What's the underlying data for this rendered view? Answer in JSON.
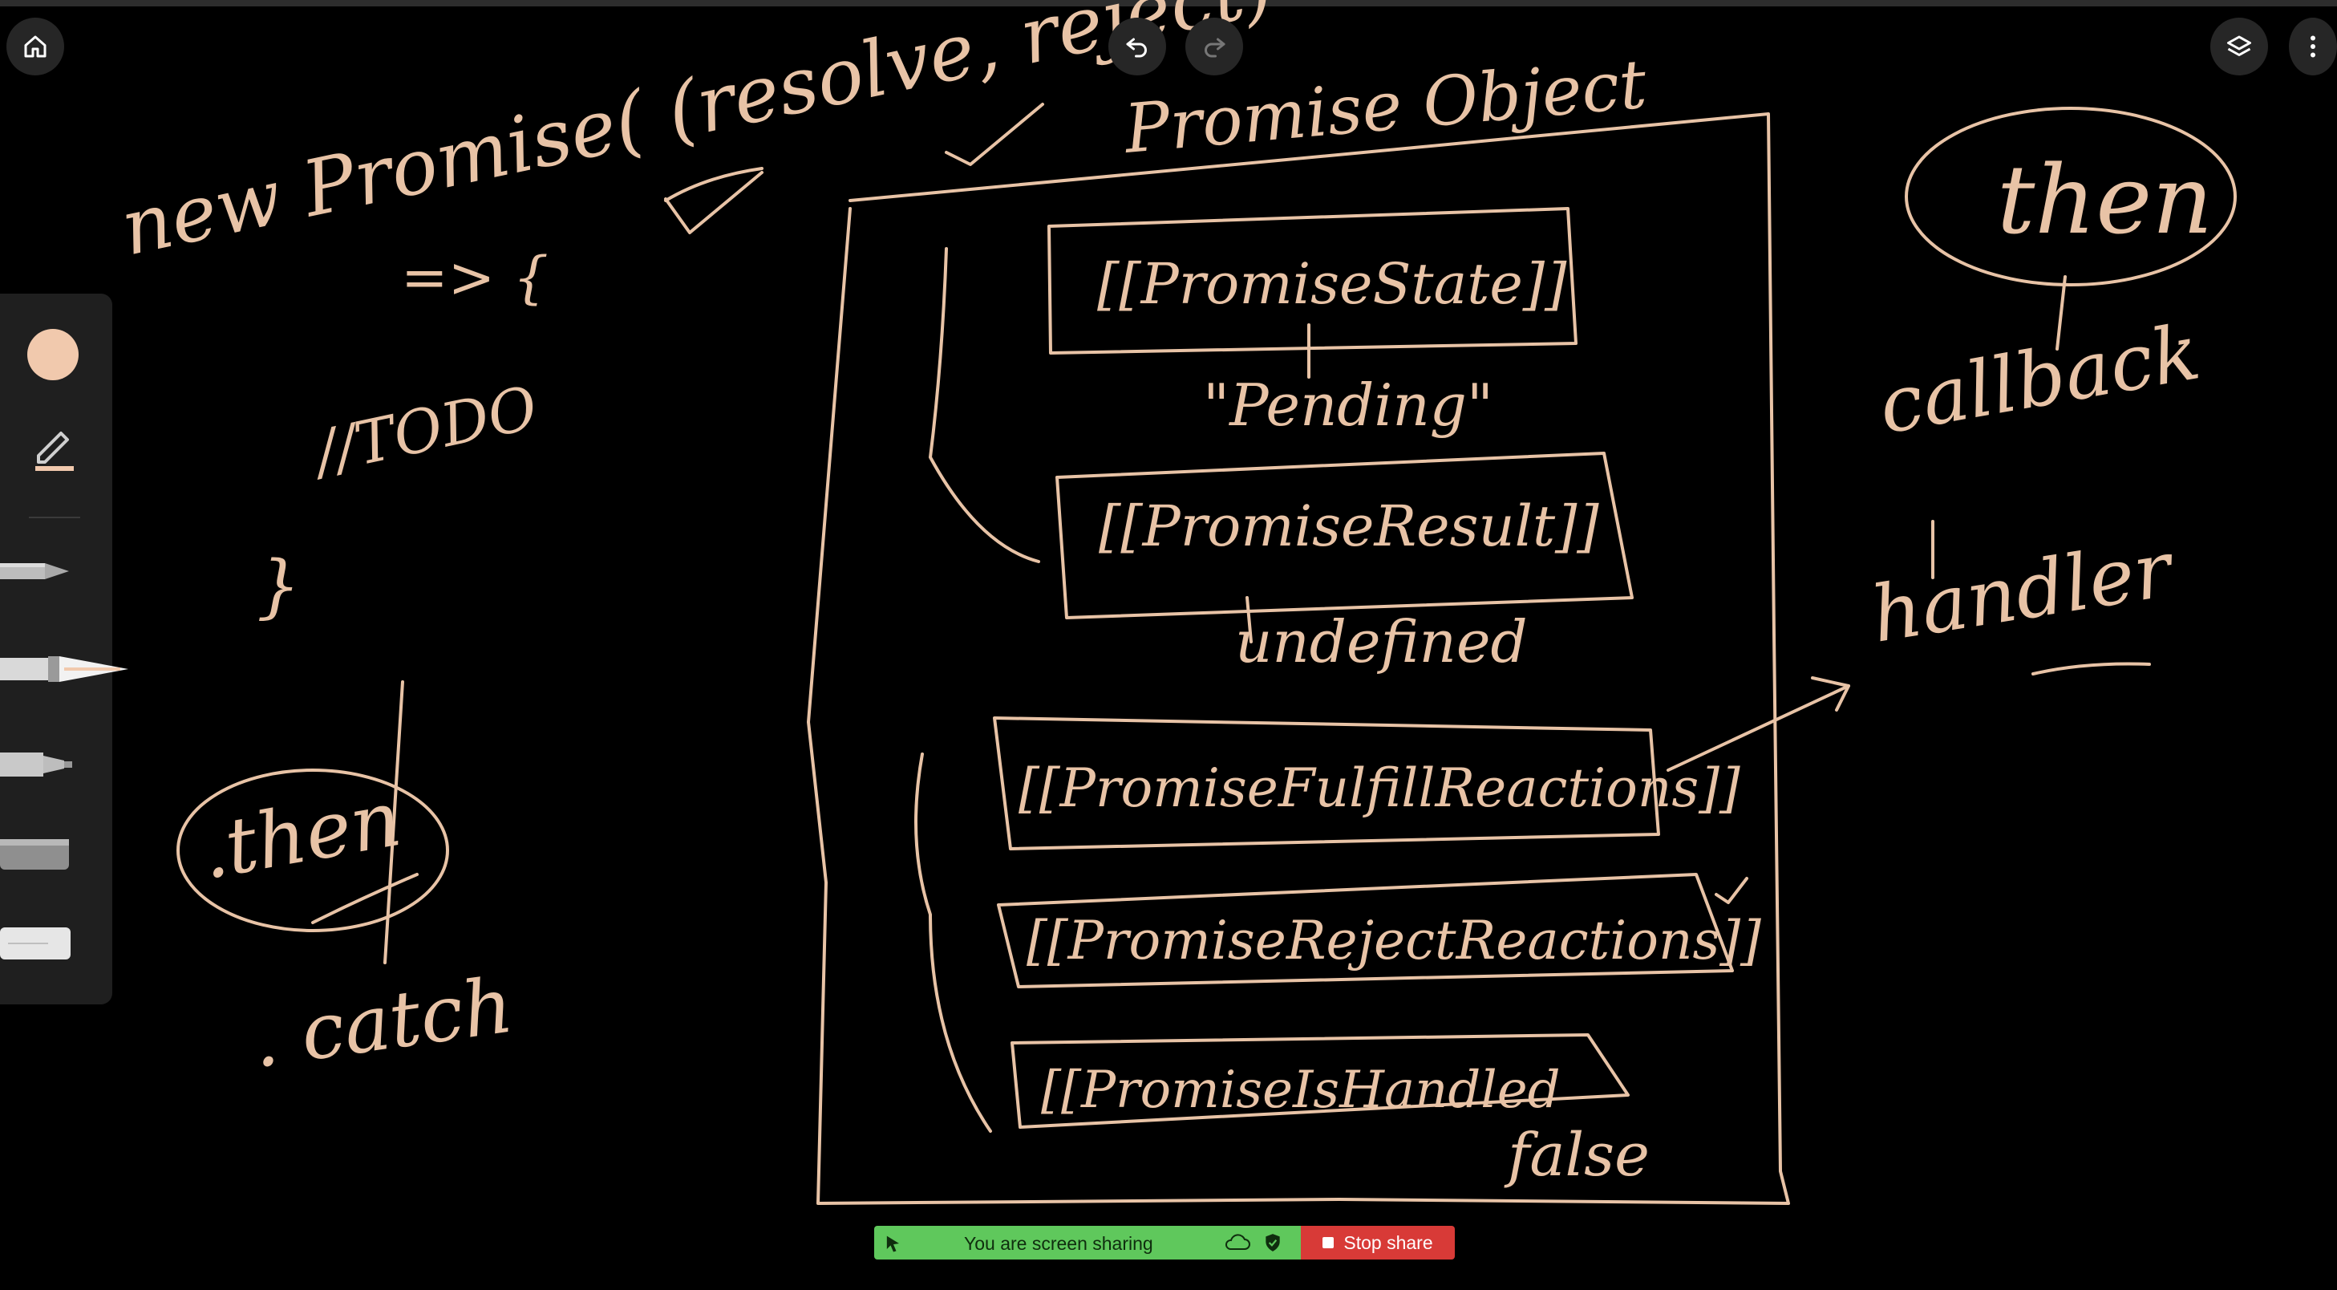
{
  "toolbar": {
    "home_icon": "home-icon",
    "undo_icon": "undo-icon",
    "redo_icon": "redo-icon",
    "layers_icon": "layers-icon",
    "more_icon": "more-vertical-icon"
  },
  "tools": {
    "selected_color": "#f1c9ad",
    "items": [
      "pencil",
      "pen",
      "fountain-pen",
      "marker",
      "chalk",
      "eraser"
    ]
  },
  "whiteboard": {
    "left_notes": {
      "constructor": "new Promise( (resolve, reject)",
      "arrow_brace": "=> {",
      "todo": "//TODO",
      "close_brace": "}",
      "then_circled": ".then",
      "catch": ". catch"
    },
    "object": {
      "title": "Promise Object",
      "state_slot": "[[PromiseState]]",
      "state_value": "\"Pending\"",
      "result_slot": "[[PromiseResult]]",
      "result_value": "undefined",
      "fulfill_slot": "[[PromiseFulfillReactions]]",
      "reject_slot": "[[PromiseRejectReactions]]",
      "handled_slot": "[[PromiseIsHandled",
      "handled_value": "false"
    },
    "right_notes": {
      "then_circled": "then",
      "callback": "callback",
      "handler": "handler"
    }
  },
  "share_bar": {
    "status": "You are screen sharing",
    "stop_label": "Stop share",
    "accent_green": "#5fc85c",
    "accent_red": "#d83a37"
  }
}
